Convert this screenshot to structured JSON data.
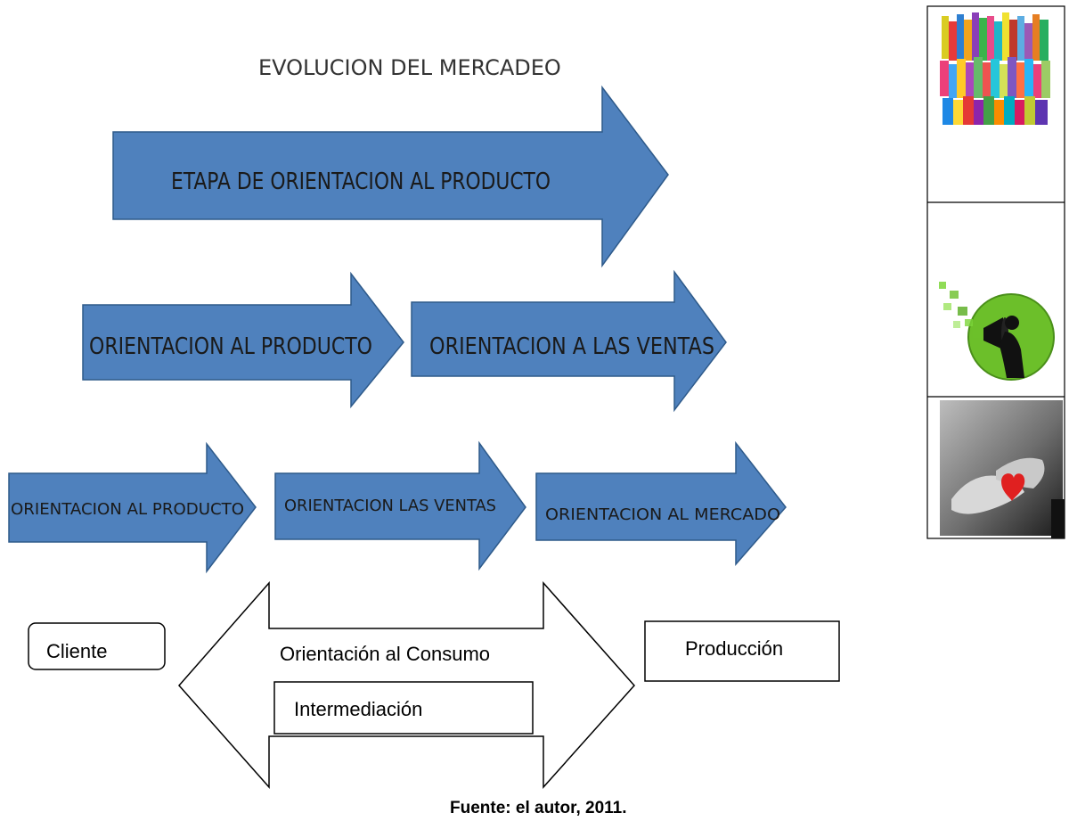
{
  "title": "EVOLUCION DEL MERCADEO",
  "colors": {
    "arrow_fill": "#4f81bd",
    "arrow_stroke": "#2e5a8a",
    "text": "#1a1a1a",
    "outline": "#000000",
    "accent_green": "#6cbf2a"
  },
  "rows": [
    {
      "arrows": [
        {
          "label": "ETAPA DE ORIENTACION AL PRODUCTO"
        }
      ]
    },
    {
      "arrows": [
        {
          "label": "ORIENTACION AL PRODUCTO"
        },
        {
          "label": "ORIENTACION A LAS VENTAS"
        }
      ]
    },
    {
      "arrows": [
        {
          "label": "ORIENTACION AL PRODUCTO"
        },
        {
          "label": "ORIENTACION LAS VENTAS"
        },
        {
          "label": "ORIENTACION AL MERCADO"
        }
      ]
    }
  ],
  "bottom": {
    "client_label": "Cliente",
    "arrow_label": "Orientación al Consumo",
    "center_box_label": "Intermediación",
    "production_label": "Producción"
  },
  "side_images": [
    {
      "icon": "product-bottles-image"
    },
    {
      "icon": "megaphone-man-image"
    },
    {
      "icon": "hands-heart-image"
    }
  ],
  "caption": "Fuente: el autor, 2011."
}
